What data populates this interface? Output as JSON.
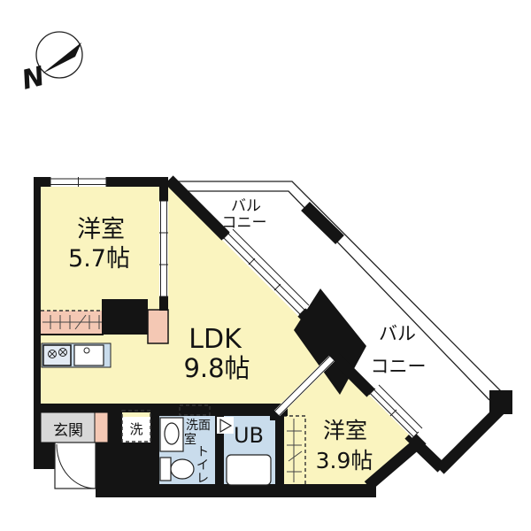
{
  "compass": {
    "north_label": "N"
  },
  "rooms": {
    "western1": {
      "name": "洋室",
      "size": "5.7帖"
    },
    "ldk": {
      "name": "LDK",
      "size": "9.8帖"
    },
    "western2": {
      "name": "洋室",
      "size": "3.9帖"
    },
    "balcony_top": {
      "line1": "バル",
      "line2": "コニー"
    },
    "balcony_right": {
      "line1": "バル",
      "line2": "コニー"
    },
    "entrance": {
      "name": "玄関"
    },
    "washer": {
      "name": "洗"
    },
    "washroom": {
      "line1": "洗面",
      "line2": "室",
      "toilet_chars": [
        "ト",
        "イ",
        "レ"
      ]
    },
    "unit_bath": {
      "name": "UB"
    }
  },
  "colors": {
    "room_yellow": "#FAF4BF",
    "closet_pink": "#F4C8B4",
    "water_blue": "#C9DCEC",
    "stove_blue": "#E3EBF4",
    "entrance_gray": "#D8D8D8",
    "wall_black": "#141414"
  }
}
